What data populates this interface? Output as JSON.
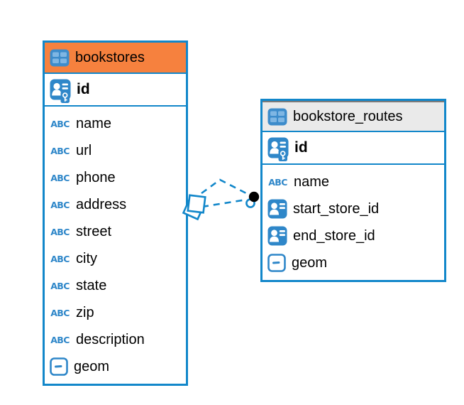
{
  "app": {
    "view": "entity-relationship-diagram",
    "background": "#ffffff"
  },
  "colors": {
    "table_border": "#1287ca",
    "selected_header_orange": "#f6813e",
    "header_gray": "#eaeaea",
    "header_gray_top_line": "#7a7a7a",
    "icon_blue": "#2f87c9",
    "icon_cell_light_blue": "#7fb6e3",
    "relationship_line_blue": "#1287ca",
    "endpoint_black": "#000000",
    "text": "#000000"
  },
  "icons": {
    "text_icon_label": "ABC"
  },
  "tables": [
    {
      "name": "bookstores",
      "header_icon": "table-icon",
      "primary_key": {
        "name": "id",
        "icon": "primary-key-icon"
      },
      "fields": [
        {
          "name": "name",
          "icon": "text-type-icon"
        },
        {
          "name": "url",
          "icon": "text-type-icon"
        },
        {
          "name": "phone",
          "icon": "text-type-icon"
        },
        {
          "name": "address",
          "icon": "text-type-icon"
        },
        {
          "name": "street",
          "icon": "text-type-icon"
        },
        {
          "name": "city",
          "icon": "text-type-icon"
        },
        {
          "name": "state",
          "icon": "text-type-icon"
        },
        {
          "name": "zip",
          "icon": "text-type-icon"
        },
        {
          "name": "description",
          "icon": "text-type-icon"
        },
        {
          "name": "geom",
          "icon": "geometry-type-icon"
        }
      ]
    },
    {
      "name": "bookstore_routes",
      "header_icon": "table-icon",
      "primary_key": {
        "name": "id",
        "icon": "primary-key-icon"
      },
      "fields": [
        {
          "name": "name",
          "icon": "text-type-icon"
        },
        {
          "name": "start_store_id",
          "icon": "foreign-key-icon"
        },
        {
          "name": "end_store_id",
          "icon": "foreign-key-icon"
        },
        {
          "name": "geom",
          "icon": "geometry-type-icon"
        }
      ]
    }
  ],
  "relationships": {
    "from_table": "bookstores",
    "to_table": "bookstore_routes",
    "line_count": 2,
    "line_style": "dashed"
  }
}
